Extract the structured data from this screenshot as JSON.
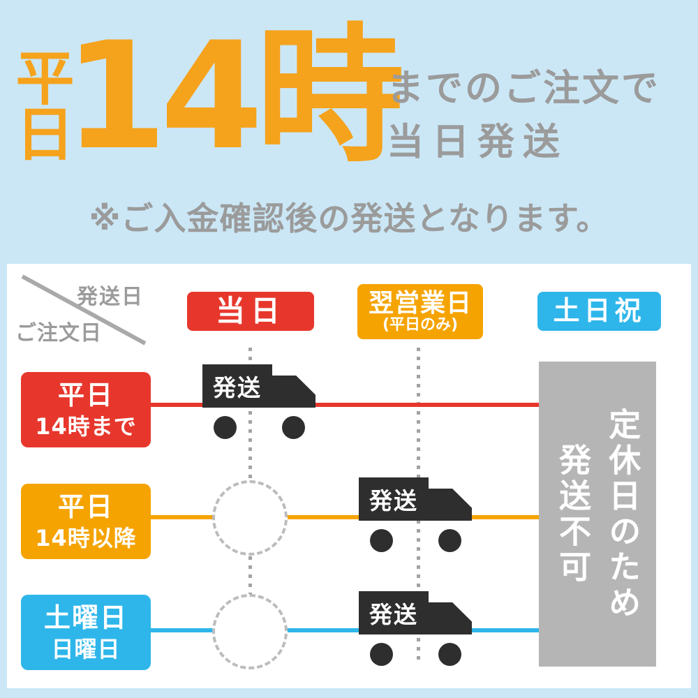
{
  "hero": {
    "vertical_label": "平日",
    "deadline": "14時",
    "tagline_line1": "までのご注文で",
    "tagline_line2": "当日発送",
    "note": "※ご入金確認後の発送となります。"
  },
  "schedule": {
    "corner": {
      "ship_date_label": "発送日",
      "order_date_label": "ご注文日"
    },
    "columns": [
      {
        "label": "当日",
        "sublabel": "",
        "color": "#e7372c"
      },
      {
        "label": "翌営業日",
        "sublabel": "(平日のみ)",
        "color": "#f5a300"
      },
      {
        "label": "土日祝",
        "sublabel": "",
        "color": "#2eb6ea"
      }
    ],
    "rows": [
      {
        "label_line1": "平日",
        "label_line2": "14時まで",
        "color": "#e7372c",
        "ships_in_column": "当日"
      },
      {
        "label_line1": "平日",
        "label_line2": "14時以降",
        "color": "#f5a300",
        "ships_in_column": "翌営業日"
      },
      {
        "label_line1": "土曜日",
        "label_line2": "日曜日",
        "color": "#2eb6ea",
        "ships_in_column": "翌営業日"
      }
    ],
    "ship_badge": "発送",
    "closed_notice_line1": "定休日のため",
    "closed_notice_line2": "発送不可"
  },
  "palette": {
    "background_blue": "#cbe7f6",
    "accent_orange": "#f5a21c",
    "gray_text": "#9b9b9b",
    "red": "#e7372c",
    "orange": "#f5a300",
    "blue": "#2eb6ea",
    "truck_black": "#2e2e2e",
    "closed_gray": "#b5b5b5"
  }
}
